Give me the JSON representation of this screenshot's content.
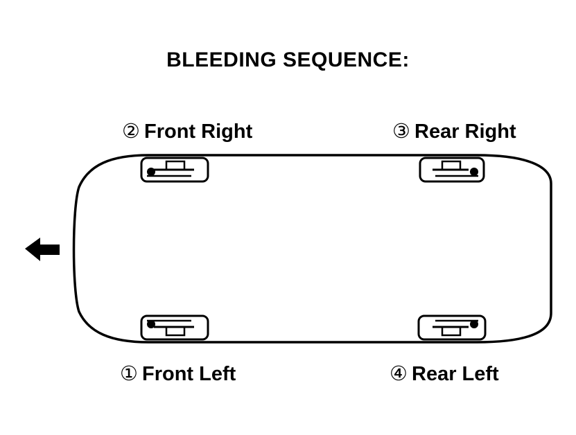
{
  "title": "BLEEDING SEQUENCE:",
  "labels": {
    "front_right": {
      "number": "②",
      "text": "Front Right"
    },
    "rear_right": {
      "number": "③",
      "text": "Rear Right"
    },
    "front_left": {
      "number": "①",
      "text": "Front Left"
    },
    "rear_left": {
      "number": "④",
      "text": "Rear Left"
    }
  },
  "icons": {
    "direction_arrow": "arrow-left-icon",
    "brake_caliper": "brake-caliper-icon"
  },
  "colors": {
    "ink": "#000000",
    "background": "#ffffff"
  }
}
